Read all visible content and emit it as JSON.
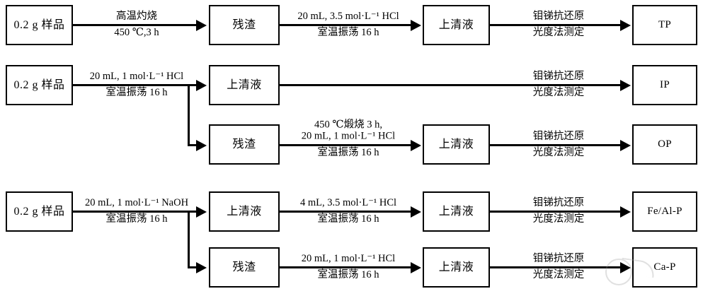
{
  "diagram": {
    "title": "Phosphorus fractionation sequential extraction flowchart",
    "nodes": {
      "sample1": "0.2 g 样品",
      "sample2": "0.2 g 样品",
      "sample3": "0.2 g 样品",
      "residue1": "残渣",
      "supernatant2": "上清液",
      "residue3": "残渣",
      "supernatant4": "上清液",
      "residue5": "残渣",
      "super1": "上清液",
      "super3": "上清液",
      "super4": "上清液",
      "super5": "上清液",
      "result_tp": "TP",
      "result_ip": "IP",
      "result_op": "OP",
      "result_fealp": "Fe/Al-P",
      "result_cap": "Ca-P"
    },
    "edges": {
      "e1_above": "高温灼烧",
      "e1_below": "450 ℃,3 h",
      "e2_above": "20 mL, 3.5 mol·L⁻¹ HCl",
      "e2_below": "室温振荡 16 h",
      "e3_above": "钼锑抗还原",
      "e3_below": "光度法测定",
      "e4_above": "20 mL, 1 mol·L⁻¹ HCl",
      "e4_below": "室温振荡 16 h",
      "e5_above": "钼锑抗还原",
      "e5_below": "光度法测定",
      "e6_above_l1": "450 ℃煅烧 3 h,",
      "e6_above_l2": "20 mL, 1 mol·L⁻¹ HCl",
      "e6_below": "室温振荡 16 h",
      "e7_above": "钼锑抗还原",
      "e7_below": "光度法测定",
      "e8_above": "20 mL, 1 mol·L⁻¹ NaOH",
      "e8_below": "室温振荡 16 h",
      "e9_above": "4 mL, 3.5 mol·L⁻¹ HCl",
      "e9_below": "室温振荡 16 h",
      "e10_above": "钼锑抗还原",
      "e10_below": "光度法测定",
      "e11_above": "20 mL, 1 mol·L⁻¹ HCl",
      "e11_below": "室温振荡 16 h",
      "e12_above": "钼锑抗还原",
      "e12_below": "光度法测定"
    },
    "colors": {
      "stroke": "#000000",
      "background": "#ffffff",
      "watermark": "#9a9a9a"
    }
  }
}
